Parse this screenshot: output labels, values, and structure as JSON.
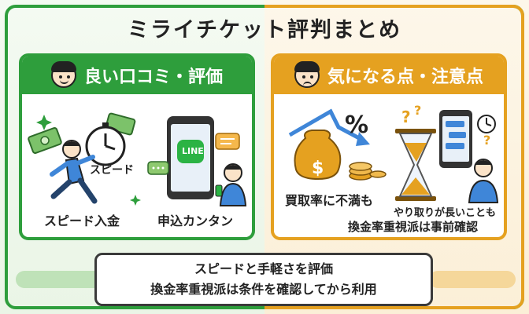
{
  "title": "ミライチケット評判まとめ",
  "good": {
    "heading": "良い口コミ・評価",
    "items": [
      "スピード入金",
      "申込カンタン"
    ],
    "speed_tag": "スピード",
    "app_label": "LINE"
  },
  "bad": {
    "heading": "気になる点・注意点",
    "items": [
      "買取率に不満も",
      "やり取りが長いことも",
      "換金率重視派は事前確認"
    ],
    "percent_symbol": "%",
    "dollar_symbol": "$"
  },
  "summary": {
    "line1": "スピードと手軽さを評価",
    "line2": "換金率重視派は条件を確認してから利用"
  },
  "colors": {
    "good": "#2e9e3c",
    "bad": "#e5a120"
  }
}
